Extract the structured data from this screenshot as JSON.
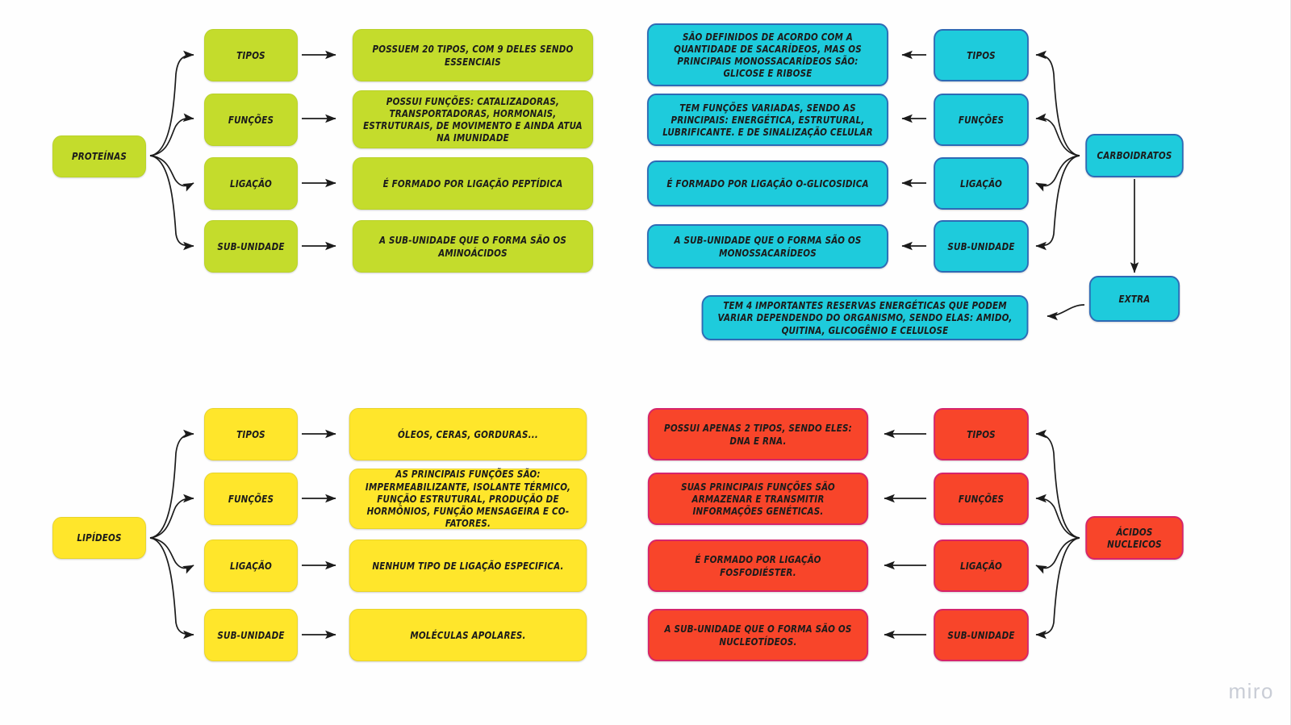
{
  "watermark": "miro",
  "colors": {
    "green_fill": "#c4dc2c",
    "green_border": "#b9d229",
    "cyan_fill": "#1ecbdc",
    "cyan_border": "#2e6ab5",
    "yellow_fill": "#ffe62b",
    "yellow_border": "#e8d42b",
    "red_fill": "#f8452a",
    "red_border": "#d6246b",
    "arrow": "#1b1b1b",
    "background": "#ffffff"
  },
  "proteins": {
    "root": "PROTEÍNAS",
    "categories": [
      {
        "label": "TIPOS",
        "detail": "POSSUEM 20 TIPOS, COM 9 DELES SENDO ESSENCIAIS"
      },
      {
        "label": "FUNÇÕES",
        "detail": "POSSUI FUNÇÕES: CATALIZADORAS, TRANSPORTADORAS, HORMONAIS, ESTRUTURAIS, DE MOVIMENTO E AINDA ATUA NA IMUNIDADE"
      },
      {
        "label": "LIGAÇÃO",
        "detail": "É FORMADO POR LIGAÇÃO PEPTÍDICA"
      },
      {
        "label": "SUB-UNIDADE",
        "detail": "A SUB-UNIDADE QUE O FORMA SÃO OS AMINOÁCIDOS"
      }
    ]
  },
  "carbohydrates": {
    "root": "CARBOIDRATOS",
    "extra_label": "EXTRA",
    "extra_detail": "TEM 4 IMPORTANTES RESERVAS ENERGÉTICAS QUE PODEM VARIAR DEPENDENDO DO ORGANISMO, SENDO ELAS: AMIDO, QUITINA, GLICOGÊNIO E CELULOSE",
    "categories": [
      {
        "label": "TIPOS",
        "detail": "SÃO DEFINIDOS DE ACORDO COM A QUANTIDADE DE SACARÍDEOS, MAS OS PRINCIPAIS MONOSSACARÍDEOS SÃO: GLICOSE E RIBOSE"
      },
      {
        "label": "FUNÇÕES",
        "detail": "TEM FUNÇÕES VARIADAS, SENDO AS PRINCIPAIS: ENERGÉTICA, ESTRUTURAL, LUBRIFICANTE. E DE SINALIZAÇÃO CELULAR"
      },
      {
        "label": "LIGAÇÃO",
        "detail": "É FORMADO POR LIGAÇÃO O-GLICOSIDICA"
      },
      {
        "label": "SUB-UNIDADE",
        "detail": "A SUB-UNIDADE QUE O FORMA SÃO OS MONOSSACARÍDEOS"
      }
    ]
  },
  "lipids": {
    "root": "LIPÍDEOS",
    "categories": [
      {
        "label": "TIPOS",
        "detail": "ÓLEOS, CERAS, GORDURAS..."
      },
      {
        "label": "FUNÇÕES",
        "detail": "AS PRINCIPAIS FUNÇÕES SÃO: IMPERMEABILIZANTE, ISOLANTE TÉRMICO, FUNÇÃO ESTRUTURAL, PRODUÇÃO DE HORMÔNIOS, FUNÇÃO MENSAGEIRA E CO-FATORES."
      },
      {
        "label": "LIGAÇÃO",
        "detail": "NENHUM TIPO DE LIGAÇÃO ESPECIFICA."
      },
      {
        "label": "SUB-UNIDADE",
        "detail": "MOLÉCULAS APOLARES."
      }
    ]
  },
  "nucleic_acids": {
    "root": "ÁCIDOS NUCLEICOS",
    "categories": [
      {
        "label": "TIPOS",
        "detail": "POSSUI APENAS 2 TIPOS, SENDO ELES: DNA E RNA."
      },
      {
        "label": "FUNÇÕES",
        "detail": "SUAS PRINCIPAIS FUNÇÕES SÃO ARMAZENAR E TRANSMITIR INFORMAÇÕES GENÉTICAS."
      },
      {
        "label": "LIGAÇÃO",
        "detail": "É FORMADO POR LIGAÇÃO FOSFODIÉSTER."
      },
      {
        "label": "SUB-UNIDADE",
        "detail": "A SUB-UNIDADE QUE O FORMA SÃO OS NUCLEOTÍDEOS."
      }
    ]
  }
}
